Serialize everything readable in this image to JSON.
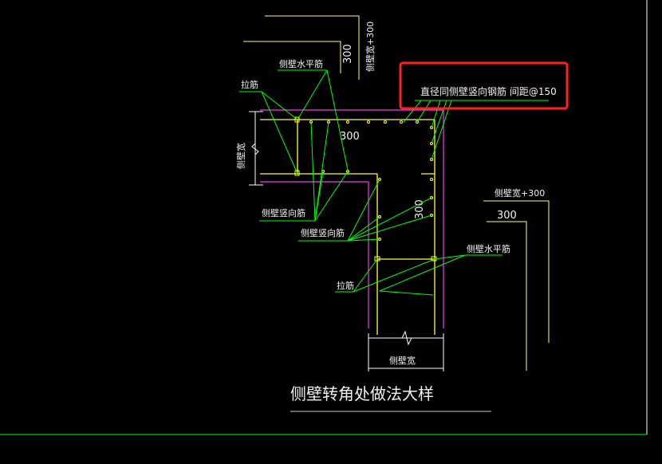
{
  "colors": {
    "background": "#000000",
    "text": "#f2f2f2",
    "leader": "#00ff00",
    "frame_line": "#ffff66",
    "wall_outline": "#cc33cc",
    "rebar": "#ffff33",
    "highlight_box": "#ff2020",
    "dimension": "#ffffff"
  },
  "drawing": {
    "title": "侧壁转角处做法大样",
    "note_highlighted": "直径同侧壁竖向钢筋 间距@150",
    "label_tie_top": "拉筋",
    "label_tie_bottom": "拉筋",
    "label_h_rebar_top": "侧壁水平筋",
    "label_h_rebar_right": "侧壁水平筋",
    "label_v_rebar_1": "侧壁竖向筋",
    "label_v_rebar_2": "侧壁竖向筋",
    "label_wall_width_left": "侧壁宽",
    "label_wall_width_bottom": "侧壁宽",
    "label_wall_width_top": "侧壁宽+300",
    "label_wall_width_right": "侧壁宽+300",
    "dim_300_top": "300",
    "dim_300_right": "300",
    "dim_300_inner_top": "300",
    "dim_300_inner_right": "300"
  }
}
